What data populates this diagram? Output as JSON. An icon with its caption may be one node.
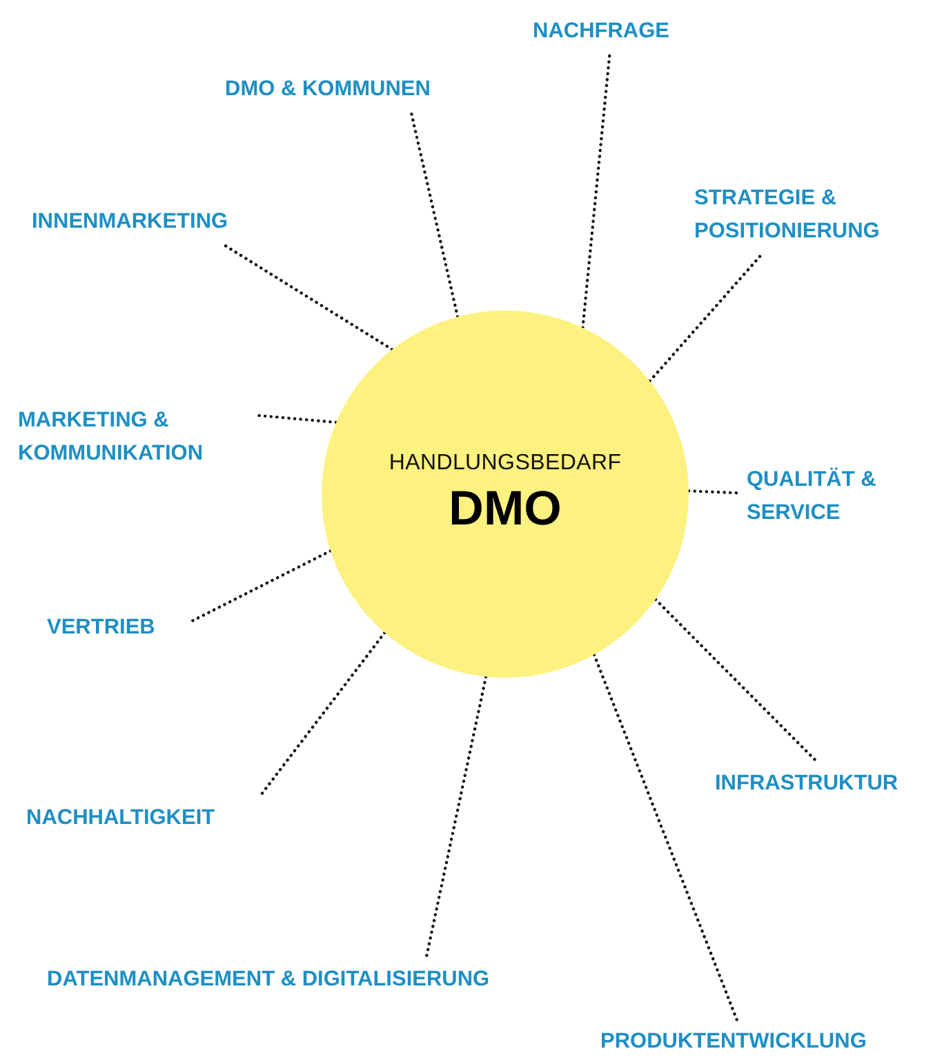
{
  "diagram": {
    "nodes": [
      {
        "text": [
          "HANDLUNGSBEDARF",
          "DMO"
        ]
      },
      {
        "text": [
          "NACHFRAGE"
        ]
      },
      {
        "text": [
          "DMO & KOMMUNEN"
        ]
      },
      {
        "text": [
          "STRATEGIE & POSITIONIERUNG"
        ]
      },
      {
        "text": [
          "INNENMARKETING"
        ]
      },
      {
        "text": [
          "MARKETING & KOMMUNIKATION"
        ]
      },
      {
        "text": [
          "QUALITÄT & SERVICE"
        ]
      },
      {
        "text": [
          "VERTRIEB"
        ]
      },
      {
        "text": [
          "INFRASTRUKTUR"
        ]
      },
      {
        "text": [
          "NACHHALTIGKEIT"
        ]
      },
      {
        "text": [
          "DATENMANAGEMENT & DIGITALISIERUNG"
        ]
      },
      {
        "text": [
          "PRODUKTENTWICKLUNG"
        ]
      }
    ],
    "edges": [
      {
        "from": 0,
        "to": 1,
        "arrow": "none"
      },
      {
        "from": 0,
        "to": 2,
        "arrow": "none"
      },
      {
        "from": 0,
        "to": 3,
        "arrow": "none"
      },
      {
        "from": 0,
        "to": 4,
        "arrow": "none"
      },
      {
        "from": 0,
        "to": 5,
        "arrow": "none"
      },
      {
        "from": 0,
        "to": 6,
        "arrow": "none"
      },
      {
        "from": 0,
        "to": 7,
        "arrow": "none"
      },
      {
        "from": 0,
        "to": 8,
        "arrow": "none"
      },
      {
        "from": 0,
        "to": 9,
        "arrow": "none"
      },
      {
        "from": 0,
        "to": 10,
        "arrow": "none"
      },
      {
        "from": 0,
        "to": 11,
        "arrow": "none"
      }
    ]
  }
}
